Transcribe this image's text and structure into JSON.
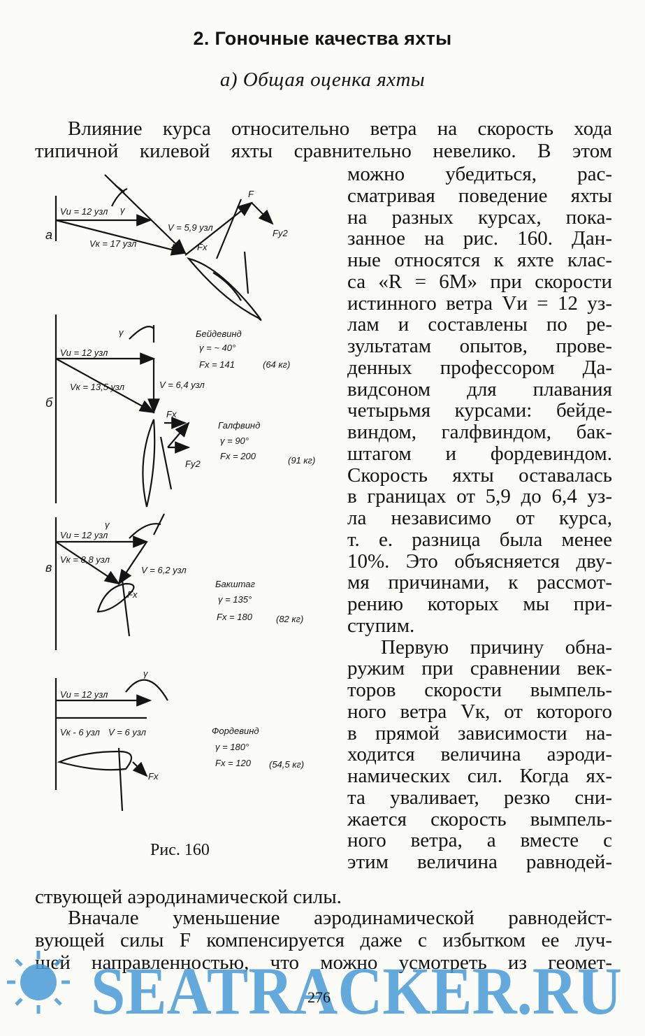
{
  "heading": "2. Гоночные качества яхты",
  "subheading": "а) Общая оценка яхты",
  "full_lines_top": [
    "Влияние курса относительно ветра на скорость хода",
    "типичной килевой яхты сравнительно невелико. В этом"
  ],
  "column_lines": [
    "можно убедиться, рас-",
    "сматривая поведение яхты",
    "на разных курсах, пока-",
    "занное на рис. 160. Дан-",
    "ные относятся к яхте клас-",
    "са «R = 6M» при скорости",
    "истинного ветра Vи = 12 уз-",
    "лам и составлены по ре-",
    "зультатам опытов, прове-",
    "денных профессором Да-",
    "видсоном для плавания",
    "четырьмя курсами: бейде-",
    "виндом, галфвиндом, бак-",
    "штагом и фордевиндом.",
    "Скорость яхты оставалась",
    "в границах от 5,9 до 6,4 уз-",
    "ла независимо от курса,",
    "т. е. разница была менее",
    "10%. Это объясняется дву-",
    "мя причинами, к рассмот-",
    "рению которых мы при-",
    "ступим.",
    "Первую причину обна-",
    "ружим при сравнении век-",
    "торов скорости вымпель-",
    "ного ветра Vк, от которого",
    "в прямой зависимости на-",
    "ходится величина аэроди-",
    "намических сил. Когда ях-",
    "та уваливает, резко сни-",
    "жается скорость вымпель-",
    "ного ветра, а вместе с",
    "этим величина равнодей-"
  ],
  "full_lines_bottom": [
    "ствующей аэродинамической силы.",
    "Вначале уменьшение аэродинамической равнодейст-",
    "вующей силы F компенсируется даже с избытком ее луч-",
    "шей направленностью, что можно усмотреть из геомет-"
  ],
  "caption": "Рис. 160",
  "page_number": "276",
  "watermark": "SEATRACKER.RU",
  "figure": {
    "panels": [
      {
        "letter": "а",
        "vi": "Vи = 12 узл",
        "vk": "Vк = 17 узл",
        "v": "V = 5,9 узл",
        "gamma": "γ",
        "f": "F",
        "fx": "Fx",
        "fy": "Fy2"
      },
      {
        "letter": "б",
        "course": "Бейдевинд",
        "gamma_val": "γ = ~ 40°",
        "fx_val": "Fx = 141",
        "kg": "(64 кг)",
        "vi": "Vи = 12 узл",
        "vk": "Vк = 13,5 узл",
        "v": "V = 6,4 узл",
        "gamma": "γ",
        "fx": "Fx",
        "fy": "Fy2"
      },
      {
        "letter": "в",
        "course": "Галфвинд",
        "gamma_val": "γ = 90°",
        "fx_val": "Fx = 200",
        "kg": "(91 кг)",
        "vi": "Vи = 12 узл",
        "vk": "Vк = 8,8 узл",
        "v": "V = 6,2 узл",
        "gamma": "γ",
        "fx": "Fx"
      },
      {
        "course": "Бакштаг",
        "gamma_val": "γ = 135°",
        "fx_val": "Fx = 180",
        "kg": "(82 кг)",
        "vi": "Vи = 12 узл",
        "vk": "Vк - 6 узл",
        "v": "V = 6 узл",
        "gamma": "γ",
        "fx": "Fx"
      },
      {
        "course": "Фордевинд",
        "gamma_val": "γ = 180°",
        "fx_val": "Fx = 120",
        "kg": "(54,5 кг)"
      }
    ]
  }
}
